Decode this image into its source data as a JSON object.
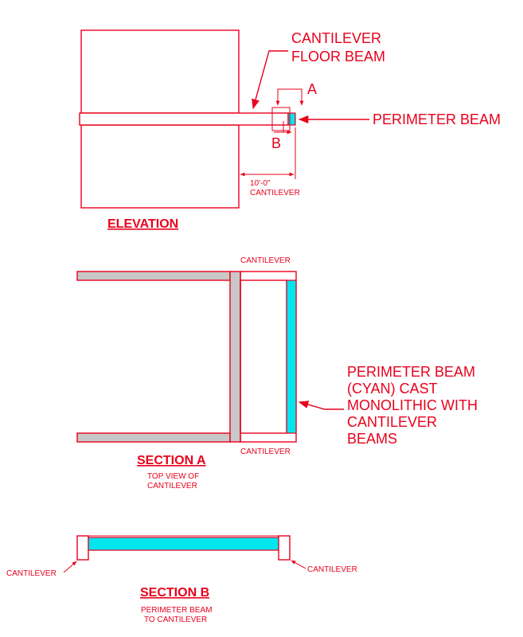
{
  "colors": {
    "line": "#e8001c",
    "perimeter_beam": "#00e5ee",
    "beam_fill": "#c8c8c8"
  },
  "elevation": {
    "label_cantilever_floor_beam_1": "CANTILEVER",
    "label_cantilever_floor_beam_2": "FLOOR BEAM",
    "label_perimeter_beam": "PERIMETER BEAM",
    "section_mark_a": "A",
    "section_mark_b": "B",
    "dim_value": "10'-0\"",
    "dim_label": "CANTILEVER",
    "title": "ELEVATION"
  },
  "section_a": {
    "label_cantilever_top": "CANTILEVER",
    "label_cantilever_bottom": "CANTILEVER",
    "note_lines": [
      "PERIMETER BEAM",
      "(CYAN) CAST",
      "MONOLITHIC WITH",
      "CANTILEVER",
      "BEAMS"
    ],
    "title": "SECTION A",
    "subtitle_1": "TOP VIEW OF",
    "subtitle_2": "CANTILEVER"
  },
  "section_b": {
    "label_left": "CANTILEVER",
    "label_right": "CANTILEVER",
    "title": "SECTION B",
    "subtitle_1": "PERIMETER BEAM",
    "subtitle_2": "TO CANTILEVER"
  }
}
